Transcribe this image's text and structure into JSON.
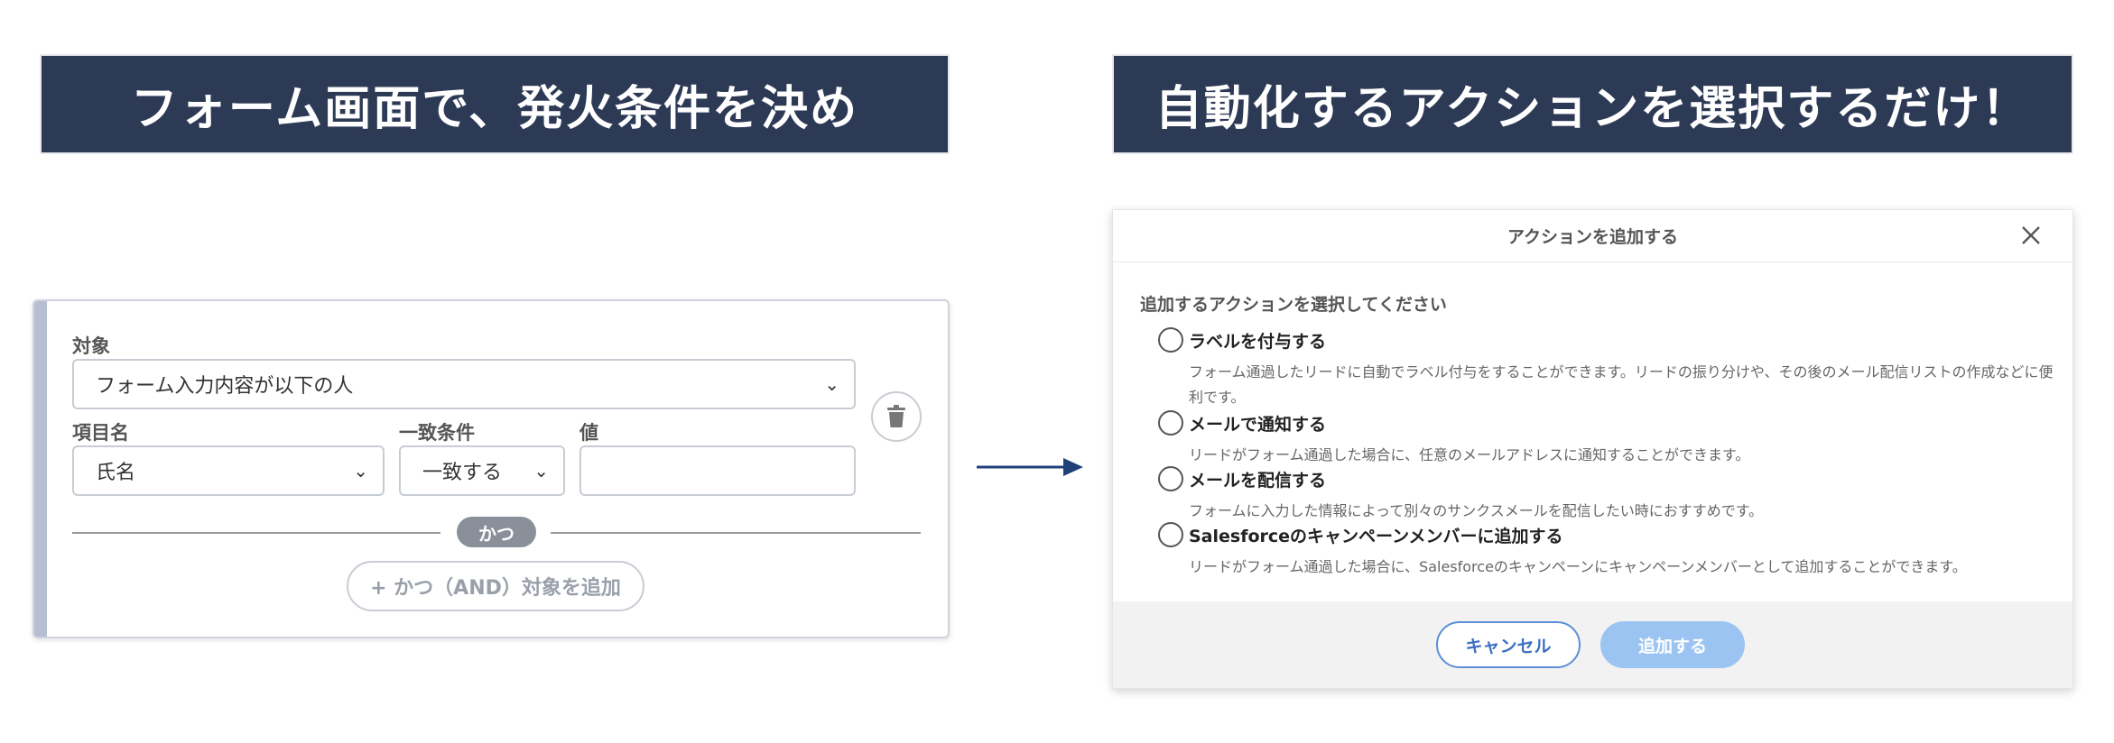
{
  "banners": {
    "left": "フォーム画面で、発火条件を決め",
    "right": "自動化するアクションを選択するだけ！"
  },
  "condition": {
    "target_label": "対象",
    "target_value": "フォーム入力内容が以下の人",
    "field_label": "項目名",
    "field_value": "氏名",
    "match_label": "一致条件",
    "match_value": "一致する",
    "value_label": "値",
    "value_value": "",
    "and_badge": "かつ",
    "add_and_button": "+ かつ（AND）対象を追加"
  },
  "modal": {
    "title": "アクションを追加する",
    "prompt": "追加するアクションを選択してください",
    "options": [
      {
        "title": "ラベルを付与する",
        "desc": "フォーム通過したリードに自動でラベル付与をすることができます。リードの振り分けや、その後のメール配信リストの作成などに便利です。"
      },
      {
        "title": "メールで通知する",
        "desc": "リードがフォーム通過した場合に、任意のメールアドレスに通知することができます。"
      },
      {
        "title": "メールを配信する",
        "desc": "フォームに入力した情報によって別々のサンクスメールを配信したい時におすすめです。"
      },
      {
        "title": "Salesforceのキャンペーンメンバーに追加する",
        "desc": "リードがフォーム通過した場合に、Salesforceのキャンペーンにキャンペーンメンバーとして追加することができます。"
      }
    ],
    "cancel_button": "キャンセル",
    "add_button": "追加する"
  },
  "colors": {
    "banner_bg": "#2d3a56",
    "accent_blue": "#3d6fc2",
    "add_button_bg": "#9cc4f2",
    "arrow": "#1f3f7a"
  }
}
